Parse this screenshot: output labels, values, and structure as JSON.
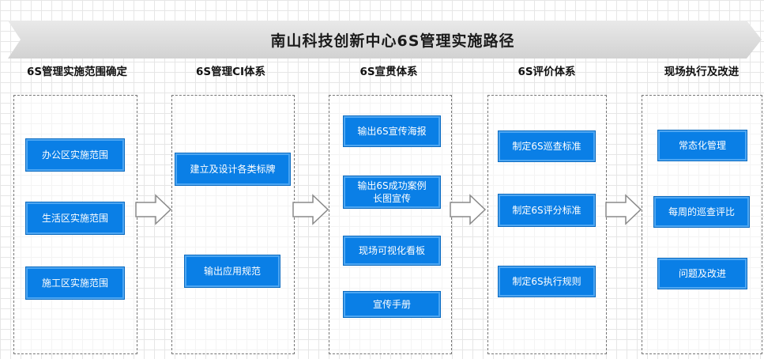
{
  "title": "南山科技创新中心6S管理实施路径",
  "columns": [
    {
      "header": "6S管理实施范围确定",
      "items": [
        "办公区实施范围",
        "生活区实施范围",
        "施工区实施范围"
      ]
    },
    {
      "header": "6S管理CI体系",
      "items": [
        "建立及设计各类标牌",
        "输出应用规范"
      ]
    },
    {
      "header": "6S宣贯体系",
      "items": [
        "输出6S宣传海报",
        "输出6S成功案例\n长图宣传",
        "现场可视化看板",
        "宣传手册"
      ]
    },
    {
      "header": "6S评价体系",
      "items": [
        "制定6S巡查标准",
        "制定6S评分标准",
        "制定6S执行规则"
      ]
    },
    {
      "header": "现场执行及改进",
      "items": [
        "常态化管理",
        "每周的巡查评比",
        "问题及改进"
      ]
    }
  ],
  "colors": {
    "box_fill": "#0a7fe6",
    "box_border": "#4da6f2",
    "banner": "#dcdcdc",
    "panel_border": "#777777"
  }
}
